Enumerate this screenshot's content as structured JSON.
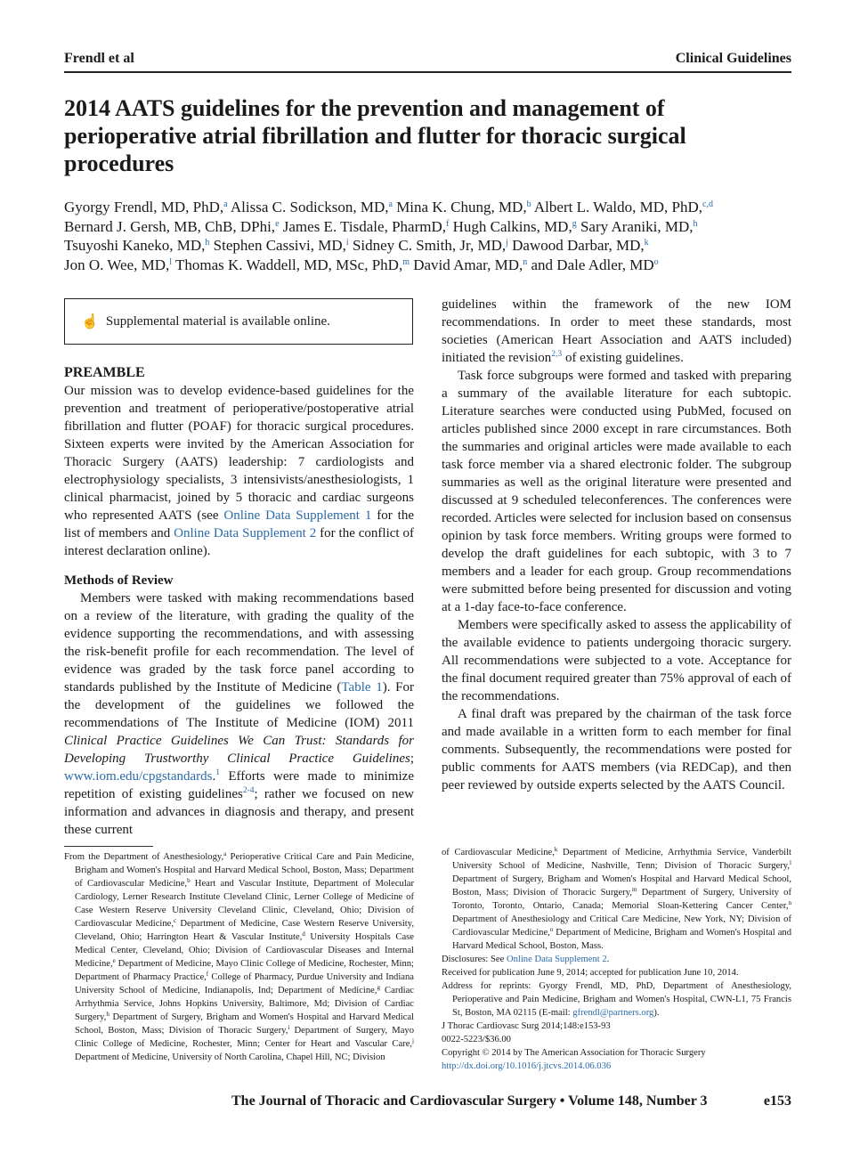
{
  "header": {
    "left": "Frendl et al",
    "right": "Clinical Guidelines"
  },
  "title": "2014 AATS guidelines for the prevention and management of perioperative atrial fibrillation and flutter for thoracic surgical procedures",
  "authors": [
    [
      {
        "t": "Gyorgy Frendl, MD, PhD,",
        "s": "a"
      },
      {
        "t": " Alissa C. Sodickson, MD,",
        "s": "a"
      },
      {
        "t": " Mina K. Chung, MD,",
        "s": "b"
      },
      {
        "t": " Albert L. Waldo, MD, PhD,",
        "s": "c,d"
      }
    ],
    [
      {
        "t": "Bernard J. Gersh, MB, ChB, DPhi,",
        "s": "e"
      },
      {
        "t": " James E. Tisdale, PharmD,",
        "s": "f"
      },
      {
        "t": " Hugh Calkins, MD,",
        "s": "g"
      },
      {
        "t": " Sary Araniki, MD,",
        "s": "h"
      }
    ],
    [
      {
        "t": "Tsuyoshi Kaneko, MD,",
        "s": "h"
      },
      {
        "t": " Stephen Cassivi, MD,",
        "s": "i"
      },
      {
        "t": " Sidney C. Smith, Jr, MD,",
        "s": "j"
      },
      {
        "t": " Dawood Darbar, MD,",
        "s": "k"
      }
    ],
    [
      {
        "t": "Jon O. Wee, MD,",
        "s": "l"
      },
      {
        "t": " Thomas K. Waddell, MD, MSc, PhD,",
        "s": "m"
      },
      {
        "t": " David Amar, MD,",
        "s": "n"
      },
      {
        "t": " and Dale Adler, MD",
        "s": "o"
      }
    ]
  ],
  "supplemental": {
    "icon": "pointing-hand-icon",
    "text": "Supplemental material is available online."
  },
  "preamble": {
    "heading": "PREAMBLE",
    "p1_a": "Our mission was to develop evidence-based guidelines for the prevention and treatment of perioperative/postoperative atrial fibrillation and flutter (POAF) for thoracic surgical procedures. Sixteen experts were invited by the American Association for Thoracic Surgery (AATS) leadership: 7 cardiologists and electrophysiology specialists, 3 intensivists/anesthesiologists, 1 clinical pharmacist, joined by 5 thoracic and cardiac surgeons who represented AATS (see ",
    "link1": "Online Data Supplement 1",
    "p1_b": " for the list of members and ",
    "link2": "Online Data Supplement 2",
    "p1_c": " for the conflict of interest declaration online)."
  },
  "methods": {
    "heading": "Methods of Review",
    "p1_a": "Members were tasked with making recommendations based on a review of the literature, with grading the quality of the evidence supporting the recommendations, and with assessing the risk-benefit profile for each recommendation. The level of evidence was graded by the task force panel according to standards published by the Institute of Medicine (",
    "table_link": "Table 1",
    "p1_b": "). For the development of the guidelines we followed the recommendations of The Institute of Medicine (IOM) 2011 ",
    "p1_italic": "Clinical Practice Guidelines We Can Trust: Standards for Developing Trustworthy Clinical Practice Guidelines",
    "p1_c": "; ",
    "url": "www.iom.edu/cpgstandards",
    "p1_d": ".",
    "ref1": "1",
    "p1_e": " Efforts were made to minimize repetition of existing guidelines",
    "ref2": "2-4",
    "p1_f": "; rather we focused on new information and advances in diagnosis and therapy, and present these current"
  },
  "right_column": {
    "p1_a": "guidelines within the framework of the new IOM recommendations. In order to meet these standards, most societies (American Heart Association and AATS included) initiated the revision",
    "ref": "2,3",
    "p1_b": " of existing guidelines.",
    "p2": "Task force subgroups were formed and tasked with preparing a summary of the available literature for each subtopic. Literature searches were conducted using PubMed, focused on articles published since 2000 except in rare circumstances. Both the summaries and original articles were made available to each task force member via a shared electronic folder. The subgroup summaries as well as the original literature were presented and discussed at 9 scheduled teleconferences. The conferences were recorded. Articles were selected for inclusion based on consensus opinion by task force members. Writing groups were formed to develop the draft guidelines for each subtopic, with 3 to 7 members and a leader for each group. Group recommendations were submitted before being presented for discussion and voting at a 1-day face-to-face conference.",
    "p3": "Members were specifically asked to assess the applicability of the available evidence to patients undergoing thoracic surgery. All recommendations were subjected to a vote. Acceptance for the final document required greater than 75% approval of each of the recommendations.",
    "p4": "A final draft was prepared by the chairman of the task force and made available in a written form to each member for final comments. Subsequently, the recommendations were posted for public comments for AATS members (via REDCap), and then peer reviewed by outside experts selected by the AATS Council."
  },
  "footnotes_left": [
    {
      "t": "From the Department of Anesthesiology,",
      "s": "a"
    },
    {
      "t": " Perioperative Critical Care and Pain Medicine, Brigham and Women's Hospital and Harvard Medical School, Boston, Mass; Department of Cardiovascular Medicine,",
      "s": "b"
    },
    {
      "t": " Heart and Vascular Institute, Department of Molecular Cardiology, Lerner Research Institute Cleveland Clinic, Lerner College of Medicine of Case Western Reserve University Cleveland Clinic, Cleveland, Ohio; Division of Cardiovascular Medicine,",
      "s": "c"
    },
    {
      "t": " Department of Medicine, Case Western Reserve University, Cleveland, Ohio; Harrington Heart & Vascular Institute,",
      "s": "d"
    },
    {
      "t": " University Hospitals Case Medical Center, Cleveland, Ohio; Division of Cardiovascular Diseases and Internal Medicine,",
      "s": "e"
    },
    {
      "t": " Department of Medicine, Mayo Clinic College of Medicine, Rochester, Minn; Department of Pharmacy Practice,",
      "s": "f"
    },
    {
      "t": " College of Pharmacy, Purdue University and Indiana University School of Medicine, Indianapolis, Ind; Department of Medicine,",
      "s": "g"
    },
    {
      "t": " Cardiac Arrhythmia Service, Johns Hopkins University, Baltimore, Md; Division of Cardiac Surgery,",
      "s": "h"
    },
    {
      "t": " Department of Surgery, Brigham and Women's Hospital and Harvard Medical School, Boston, Mass; Division of Thoracic Surgery,",
      "s": "i"
    },
    {
      "t": " Department of Surgery, Mayo Clinic College of Medicine, Rochester, Minn; Center for Heart and Vascular Care,",
      "s": "j"
    },
    {
      "t": " Department of Medicine, University of North Carolina, Chapel Hill, NC; Division",
      "s": ""
    }
  ],
  "footnotes_right": {
    "affil": [
      {
        "t": "of Cardiovascular Medicine,",
        "s": "k"
      },
      {
        "t": " Department of Medicine, Arrhythmia Service, Vanderbilt University School of Medicine, Nashville, Tenn; Division of Thoracic Surgery,",
        "s": "l"
      },
      {
        "t": " Department of Surgery, Brigham and Women's Hospital and Harvard Medical School, Boston, Mass; Division of Thoracic Surgery,",
        "s": "m"
      },
      {
        "t": " Department of Surgery, University of Toronto, Toronto, Ontario, Canada; Memorial Sloan-Kettering Cancer Center,",
        "s": "n"
      },
      {
        "t": " Department of Anesthesiology and Critical Care Medicine, New York, NY; Division of Cardiovascular Medicine,",
        "s": "o"
      },
      {
        "t": " Department of Medicine, Brigham and Women's Hospital and Harvard Medical School, Boston, Mass.",
        "s": ""
      }
    ],
    "disclosures_label": "Disclosures: See ",
    "disclosures_link": "Online Data Supplement 2",
    "disclosures_end": ".",
    "received": "Received for publication June 9, 2014; accepted for publication June 10, 2014.",
    "reprints": "Address for reprints: Gyorgy Frendl, MD, PhD, Department of Anesthesiology, Perioperative and Pain Medicine, Brigham and Women's Hospital, CWN-L1, 75 Francis St, Boston, MA 02115 (E-mail: ",
    "email": "gfrendl@partners.org",
    "reprints_end": ").",
    "citation": "J Thorac Cardiovasc Surg 2014;148:e153-93",
    "issn": "0022-5223/$36.00",
    "copyright": "Copyright © 2014 by The American Association for Thoracic Surgery",
    "doi": "http://dx.doi.org/10.1016/j.jtcvs.2014.06.036"
  },
  "footer": {
    "journal": "The Journal of Thoracic and Cardiovascular Surgery • Volume 148, Number 3",
    "page": "e153"
  }
}
